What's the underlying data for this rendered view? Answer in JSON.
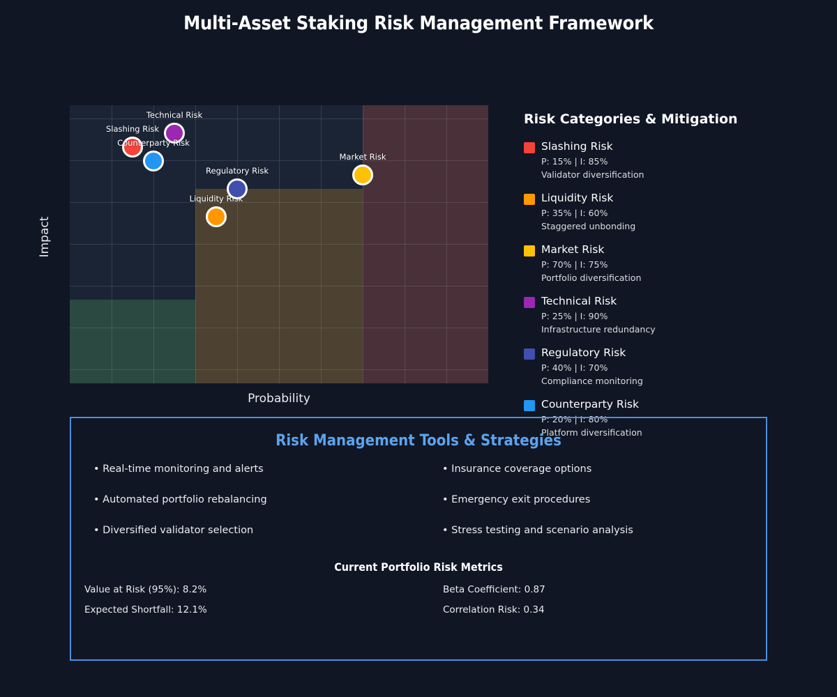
{
  "page": {
    "title": "Multi-Asset Staking Risk Management Framework",
    "background_color": "#101624"
  },
  "chart_data": {
    "type": "scatter",
    "title": "Multi-Asset Staking Risk Management Framework",
    "xlabel": "Probability",
    "ylabel": "Impact",
    "xlim": [
      0,
      100
    ],
    "ylim": [
      0,
      100
    ],
    "grid": true,
    "points": [
      {
        "label": "Slashing Risk",
        "probability": 15,
        "impact": 85,
        "color": "#f4433a",
        "size": 30,
        "mitigation": "Validator diversification"
      },
      {
        "label": "Liquidity Risk",
        "probability": 35,
        "impact": 60,
        "color": "#ff9800",
        "size": 30,
        "mitigation": "Staggered unbonding"
      },
      {
        "label": "Market Risk",
        "probability": 70,
        "impact": 75,
        "color": "#ffc107",
        "size": 30,
        "mitigation": "Portfolio diversification"
      },
      {
        "label": "Technical Risk",
        "probability": 25,
        "impact": 90,
        "color": "#9c27b0",
        "size": 30,
        "mitigation": "Infrastructure redundancy"
      },
      {
        "label": "Regulatory Risk",
        "probability": 40,
        "impact": 70,
        "color": "#404fb0",
        "size": 30,
        "mitigation": "Compliance monitoring"
      },
      {
        "label": "Counterparty Risk",
        "probability": 20,
        "impact": 80,
        "color": "#2196f3",
        "size": 30,
        "mitigation": "Platform diversification"
      }
    ],
    "quadrants": [
      {
        "name": "low-risk-zone",
        "color": "#2b4940"
      },
      {
        "name": "moderate-risk-zone",
        "color": "#4d4231"
      },
      {
        "name": "high-risk-zone",
        "color": "#4a3039"
      }
    ],
    "plot_background": "#1b2435"
  },
  "legend": {
    "title": "Risk Categories & Mitigation",
    "items": [
      {
        "name": "Slashing Risk",
        "color": "#f4433a",
        "stats": "P: 15% | I: 85%",
        "mitigation": "Validator diversification"
      },
      {
        "name": "Liquidity Risk",
        "color": "#ff9800",
        "stats": "P: 35% | I: 60%",
        "mitigation": "Staggered unbonding"
      },
      {
        "name": "Market Risk",
        "color": "#ffc107",
        "stats": "P: 70% | I: 75%",
        "mitigation": "Portfolio diversification"
      },
      {
        "name": "Technical Risk",
        "color": "#9c27b0",
        "stats": "P: 25% | I: 90%",
        "mitigation": "Infrastructure redundancy"
      },
      {
        "name": "Regulatory Risk",
        "color": "#404fb0",
        "stats": "P: 40% | I: 70%",
        "mitigation": "Compliance monitoring"
      },
      {
        "name": "Counterparty Risk",
        "color": "#2196f3",
        "stats": "P: 20% | I: 80%",
        "mitigation": "Platform diversification"
      }
    ]
  },
  "tools_panel": {
    "title": "Risk Management Tools & Strategies",
    "border_color": "#4a90e2",
    "accent_color": "#5da3ee",
    "left_items": [
      "• Real-time monitoring and alerts",
      "• Automated portfolio rebalancing",
      "• Diversified validator selection"
    ],
    "right_items": [
      "• Insurance coverage options",
      "• Emergency exit procedures",
      "• Stress testing and scenario analysis"
    ],
    "metrics_title": "Current Portfolio Risk Metrics",
    "metrics_left": [
      "Value at Risk (95%): 8.2%",
      "Expected Shortfall: 12.1%"
    ],
    "metrics_right": [
      "Beta Coefficient: 0.87",
      "Correlation Risk: 0.34"
    ]
  }
}
